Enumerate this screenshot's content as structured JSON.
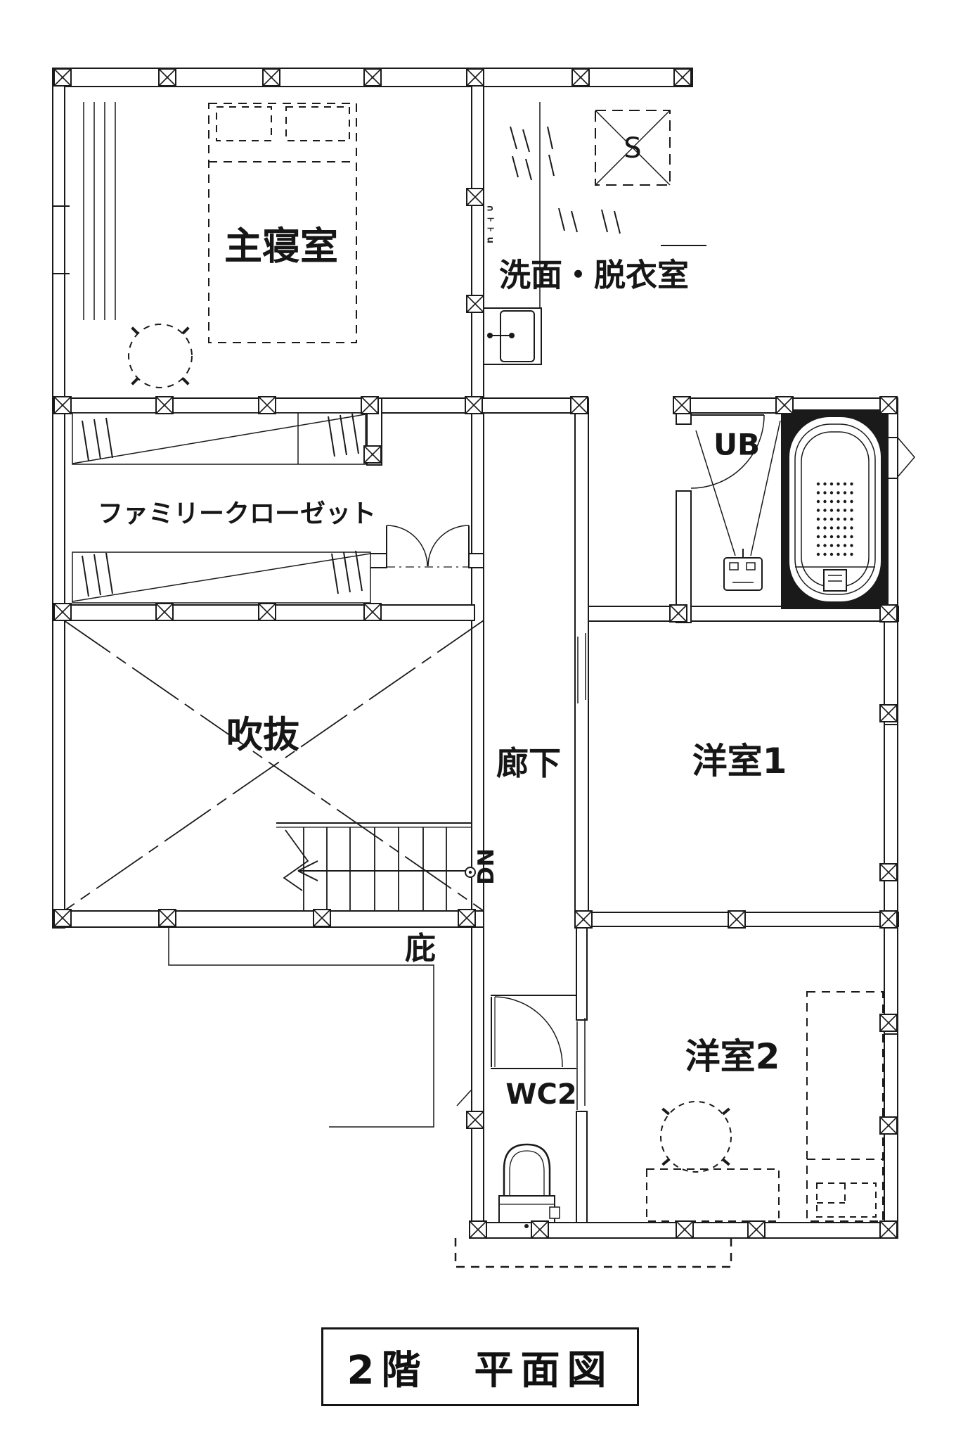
{
  "title_block": {
    "text": "2階　平面図"
  },
  "rooms": {
    "master_bedroom": "主寝室",
    "washroom": "洗面・脱衣室",
    "family_closet": "ファミリークローゼット",
    "unit_bath": "UB",
    "void_space": "吹抜",
    "corridor": "廊下",
    "western_room_1": "洋室1",
    "western_room_2": "洋室2",
    "toilet_2": "WC2"
  },
  "annotations": {
    "stairs_down": "DN",
    "eaves": "庇",
    "shower_box": "S",
    "micro_marks": "∩⊦⊦u"
  },
  "colors": {
    "line": "#1a1a1a",
    "background": "#ffffff"
  }
}
